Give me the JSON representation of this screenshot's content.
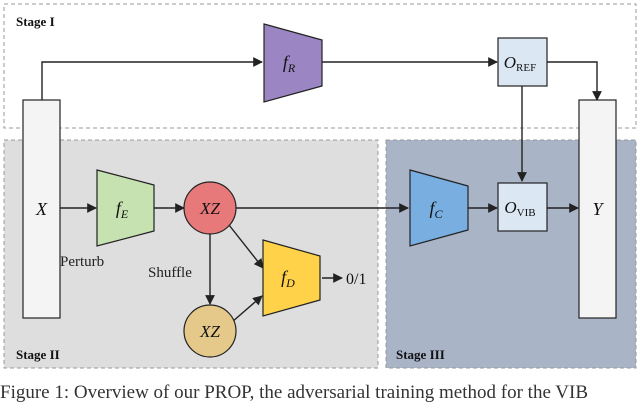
{
  "stages": {
    "stage1": "Stage I",
    "stage2": "Stage II",
    "stage3": "Stage III"
  },
  "nodes": {
    "x": "X",
    "y": "Y",
    "fR_main": "f",
    "fR_sub": "R",
    "fE_main": "f",
    "fE_sub": "E",
    "fD_main": "f",
    "fD_sub": "D",
    "fC_main": "f",
    "fC_sub": "C",
    "xz_top": "XZ",
    "xz_bottom": "XZ",
    "oREF_main": "O",
    "oREF_sub": "REF",
    "oVIB_main": "O",
    "oVIB_sub": "VIB"
  },
  "labels": {
    "perturb": "Perturb",
    "shuffle": "Shuffle",
    "binary_out": "0/1"
  },
  "caption": "Figure 1: Overview of our PROP, the adversarial training method for the VIB",
  "colors": {
    "fR": "#9b86c3",
    "fE": "#c6e2b0",
    "fD": "#ffd24a",
    "fC": "#78aee0",
    "xz_top": "#e8797a",
    "xz_bottom": "#e4c98a",
    "o_box": "#dbe8f4",
    "stage2_bg": "#dedede",
    "stage3_bg": "#aab4c7"
  }
}
